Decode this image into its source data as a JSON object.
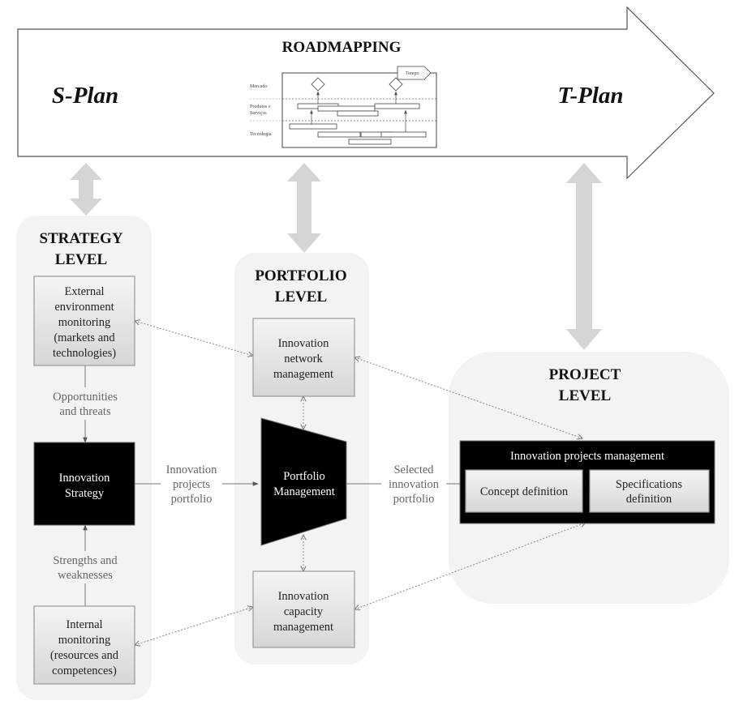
{
  "roadmap": {
    "title": "ROADMAPPING",
    "left_label": "S-Plan",
    "right_label": "T-Plan",
    "mini_chart": {
      "time_label": "Tempo",
      "rows": [
        "Mercado",
        "Produtos e",
        "Serviços",
        "Tecnologia"
      ]
    }
  },
  "strategy": {
    "title_line1": "STRATEGY",
    "title_line2": "LEVEL",
    "external": [
      "External",
      "environment",
      "monitoring",
      "(markets and",
      "technologies)"
    ],
    "opportunities": [
      "Opportunities",
      "and threats"
    ],
    "innovation_strategy": [
      "Innovation",
      "Strategy"
    ],
    "strengths": [
      "Strengths and",
      "weaknesses"
    ],
    "internal": [
      "Internal",
      "monitoring",
      "(resources and",
      "competences)"
    ]
  },
  "portfolio": {
    "title_line1": "PORTFOLIO",
    "title_line2": "LEVEL",
    "network": [
      "Innovation",
      "network",
      "management"
    ],
    "management": [
      "Portfolio",
      "Management"
    ],
    "capacity": [
      "Innovation",
      "capacity",
      "management"
    ],
    "input_flow": [
      "Innovation",
      "projects",
      "portfolio"
    ],
    "output_flow": [
      "Selected",
      "innovation",
      "portfolio"
    ]
  },
  "project": {
    "title_line1": "PROJECT",
    "title_line2": "LEVEL",
    "management_title": "Innovation projects management",
    "concept": "Concept definition",
    "specifications": [
      "Specifications",
      "definition"
    ]
  }
}
